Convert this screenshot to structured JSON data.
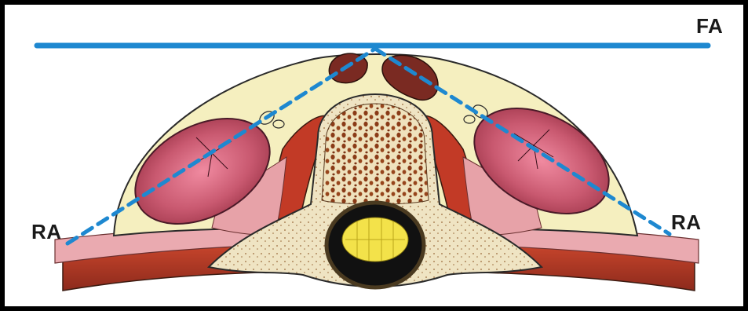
{
  "labels": {
    "fa": "FA",
    "ra_left": "RA",
    "ra_right": "RA"
  },
  "colors": {
    "frame": "#000000",
    "axis_line": "#1e88d0",
    "fat": "#f5efbf",
    "muscle": "#b23a2c",
    "muscle_light": "#e8a9a4",
    "kidney": "#c45a6e",
    "bone": "#efe4c3",
    "bone_pores": "#8a3b17",
    "spinal_canal": "#111111",
    "cauda_equina": "#f3e24a"
  },
  "icons": {
    "diagram": "axial-cross-section-illustration"
  }
}
